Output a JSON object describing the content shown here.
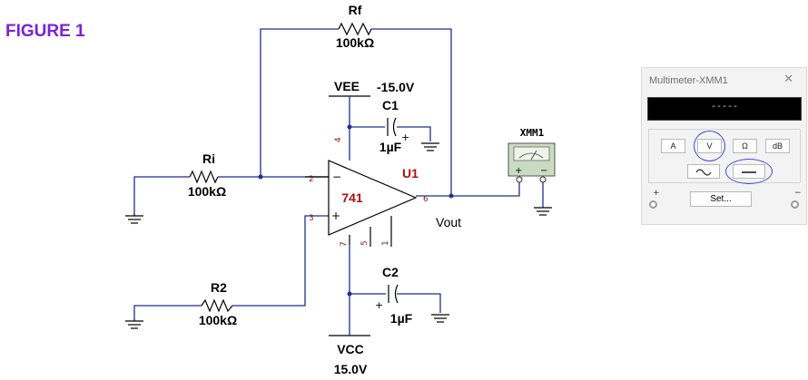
{
  "figure_label": "FIGURE 1",
  "components": {
    "rf": {
      "name": "Rf",
      "value": "100kΩ"
    },
    "ri": {
      "name": "Ri",
      "value": "100kΩ"
    },
    "r2": {
      "name": "R2",
      "value": "100kΩ"
    },
    "c1": {
      "name": "C1",
      "value": "1µF"
    },
    "c2": {
      "name": "C2",
      "value": "1µF"
    },
    "vee": {
      "name": "VEE",
      "value": "-15.0V"
    },
    "vcc": {
      "name": "VCC",
      "value": "15.0V"
    },
    "opamp": {
      "ref": "U1",
      "part": "741"
    },
    "xmm": {
      "name": "XMM1"
    },
    "vout": "Vout"
  },
  "pins": {
    "p2": "2",
    "p3": "3",
    "p4": "4",
    "p5": "5",
    "p6": "6",
    "p7": "7",
    "p1": "1"
  },
  "colors": {
    "wire": "#1f2f8f",
    "figure_label": "#7b22d6",
    "opamp_label": "#b01010",
    "pin_number": "#8b1a1a",
    "mode_ring": "#3d4fc7"
  },
  "multimeter": {
    "title": "Multimeter-XMM1",
    "display": "-----",
    "modes": [
      "A",
      "V",
      "Ω",
      "dB"
    ],
    "selected_mode": "V",
    "signal_selected": "dc",
    "set_label": "Set...",
    "terminal_plus": "+",
    "terminal_minus": "−",
    "icons": {
      "close": "close-icon",
      "ac": "ac-wave-icon",
      "dc": "dc-line-icon"
    }
  }
}
